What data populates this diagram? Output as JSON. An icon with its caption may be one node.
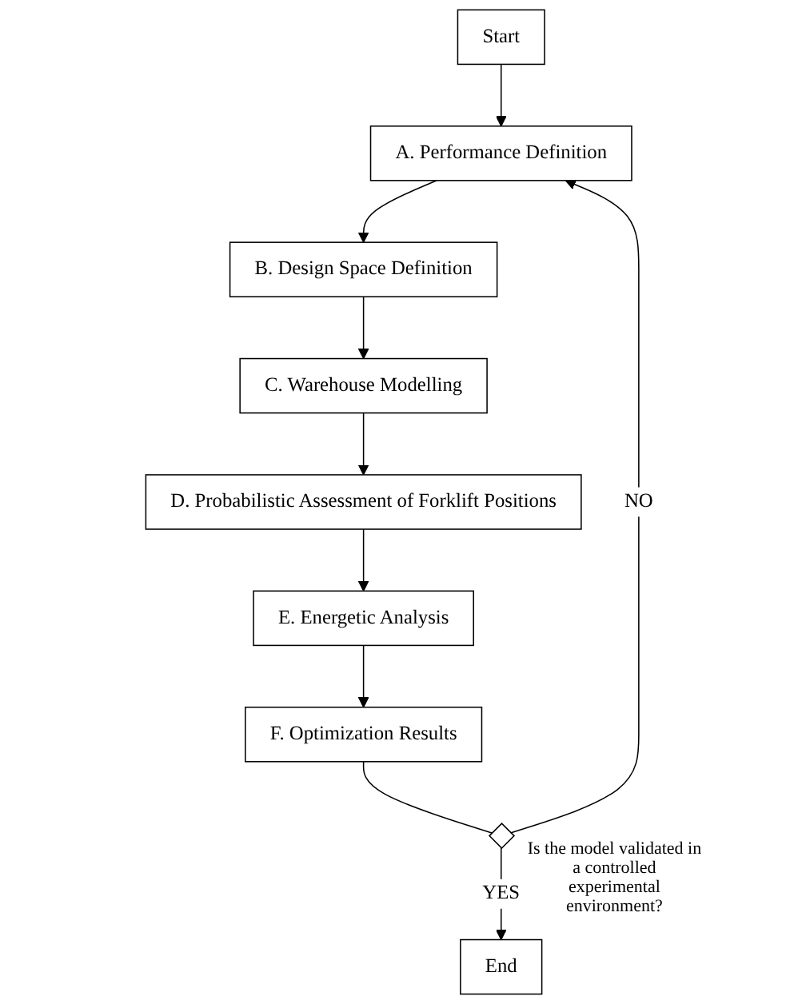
{
  "diagram": {
    "nodes": [
      {
        "text": [
          "Start"
        ]
      },
      {
        "text": [
          "A. Performance Definition"
        ]
      },
      {
        "text": [
          "B. Design Space Definition"
        ]
      },
      {
        "text": [
          "C. Warehouse Modelling"
        ]
      },
      {
        "text": [
          "D. Probabilistic Assessment of Forklift Positions"
        ]
      },
      {
        "text": [
          "E. Energetic Analysis"
        ]
      },
      {
        "text": [
          "F. Optimization Results"
        ]
      },
      {
        "text": [],
        "shape": "diamond",
        "beside": [
          "Is the model validated in a controlled experimental environment?"
        ]
      },
      {
        "text": [
          "End"
        ]
      }
    ],
    "edges": [
      {
        "from": 0,
        "to": 1,
        "arrow": "to"
      },
      {
        "from": 1,
        "to": 2,
        "arrow": "to"
      },
      {
        "from": 2,
        "to": 3,
        "arrow": "to"
      },
      {
        "from": 3,
        "to": 4,
        "arrow": "to"
      },
      {
        "from": 4,
        "to": 5,
        "arrow": "to"
      },
      {
        "from": 5,
        "to": 6,
        "arrow": "to"
      },
      {
        "from": 6,
        "to": 7,
        "arrow": "none"
      },
      {
        "from": 7,
        "to": 1,
        "label": "NO",
        "arrow": "to"
      },
      {
        "from": 7,
        "to": 8,
        "label": "YES",
        "arrow": "to"
      }
    ]
  }
}
